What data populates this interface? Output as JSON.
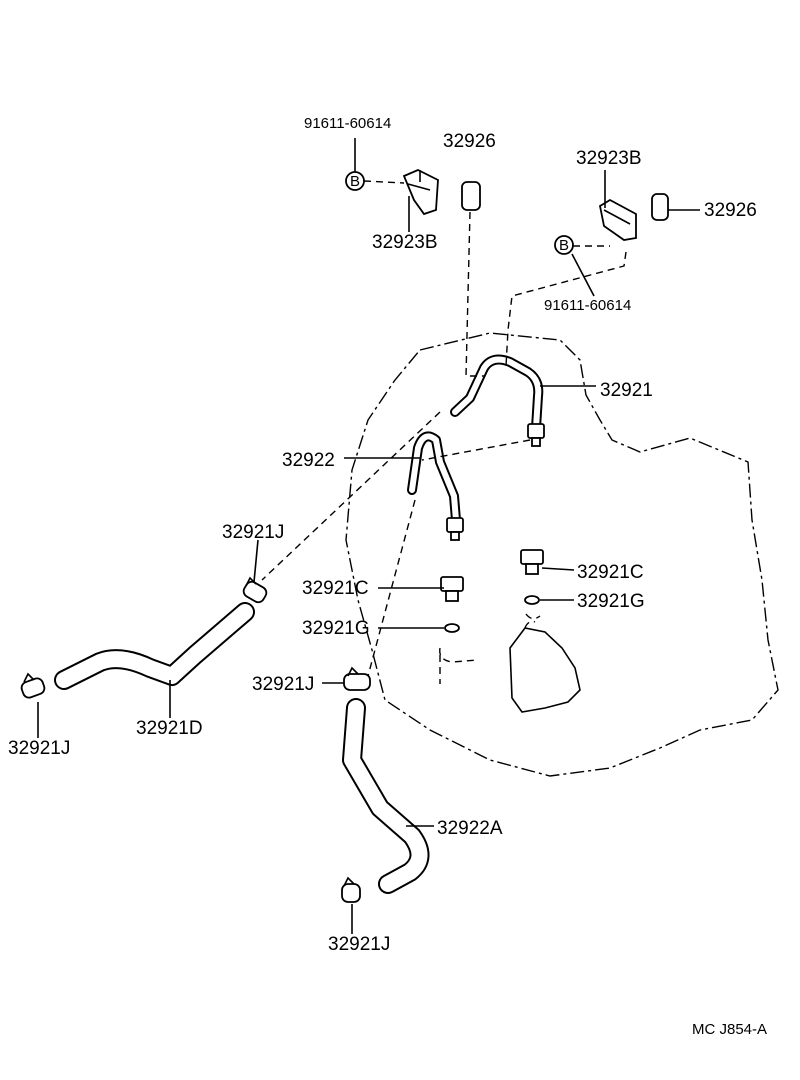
{
  "labels": {
    "bolt_left": "91611-60614",
    "plug_left": "32926",
    "clamp_left": "32923B",
    "clamp_right": "32923B",
    "plug_right": "32926",
    "bolt_right": "91611-60614",
    "pipe_upper": "32921",
    "pipe_lower": "32922",
    "hose_clip_a": "32921J",
    "hose_clip_b": "32921J",
    "hose_clip_c": "32921J",
    "hose_clip_d": "32921J",
    "union_bolt_a": "32921C",
    "union_bolt_b": "32921C",
    "gasket_a": "32921G",
    "gasket_b": "32921G",
    "hose_left": "32921D",
    "hose_lower": "32922A"
  },
  "bolt_marker": "B",
  "footer_code": "MC  J854-A"
}
